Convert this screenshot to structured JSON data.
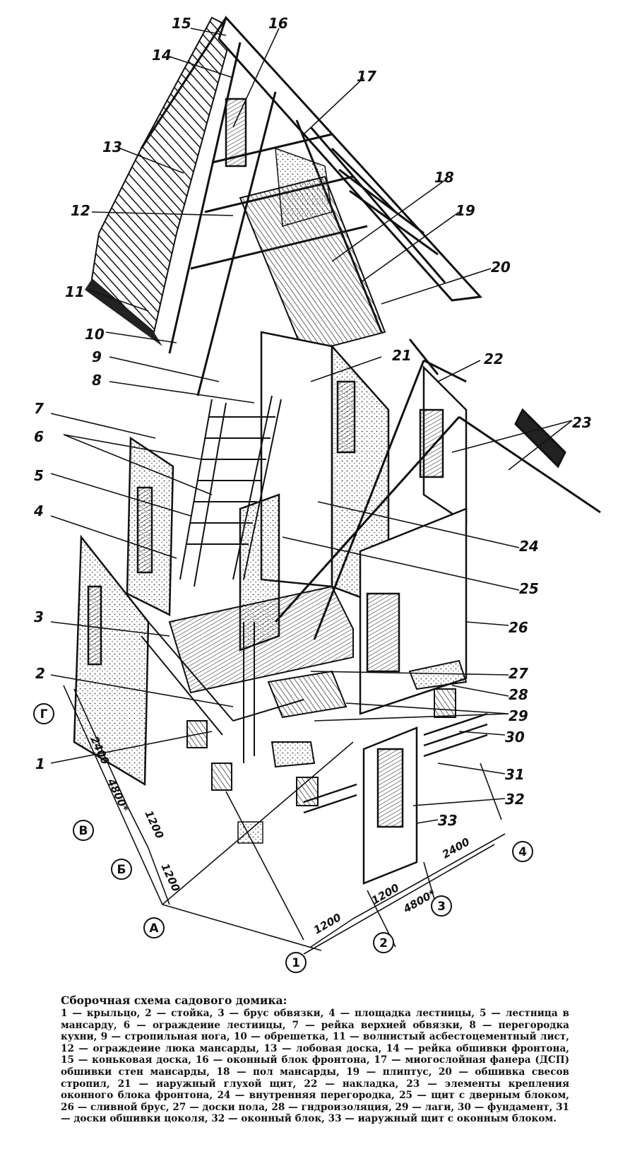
{
  "callouts": [
    {
      "n": "1"
    },
    {
      "n": "2"
    },
    {
      "n": "3"
    },
    {
      "n": "4"
    },
    {
      "n": "5"
    },
    {
      "n": "6"
    },
    {
      "n": "7"
    },
    {
      "n": "8"
    },
    {
      "n": "9"
    },
    {
      "n": "10"
    },
    {
      "n": "11"
    },
    {
      "n": "12"
    },
    {
      "n": "13"
    },
    {
      "n": "14"
    },
    {
      "n": "15"
    },
    {
      "n": "16"
    },
    {
      "n": "17"
    },
    {
      "n": "18"
    },
    {
      "n": "19"
    },
    {
      "n": "20"
    },
    {
      "n": "21"
    },
    {
      "n": "22"
    },
    {
      "n": "23"
    },
    {
      "n": "24"
    },
    {
      "n": "25"
    },
    {
      "n": "26"
    },
    {
      "n": "27"
    },
    {
      "n": "28"
    },
    {
      "n": "29"
    },
    {
      "n": "30"
    },
    {
      "n": "31"
    },
    {
      "n": "32"
    },
    {
      "n": "33"
    }
  ],
  "axes": {
    "letters": [
      "Г",
      "В",
      "Б",
      "А"
    ],
    "numbers": [
      "1",
      "2",
      "3",
      "4"
    ]
  },
  "dimensions": {
    "left_top": "2400",
    "left_total": "4800*",
    "left_mid1": "1200",
    "left_mid2": "1200",
    "bottom_a": "1200",
    "bottom_b": "1200",
    "bottom_total": "4800*",
    "bottom_c": "2400"
  },
  "caption": {
    "title": "Сборочная схема садового домика:",
    "body": "1 — крыльцо, 2 — стойка, 3 — брус обвязки, 4 — площадка лестницы, 5 — лестница в мансарду, 6 — ограждеиие лестиицы, 7 — рейка верхией обвязки, 8 — перегородка кухни, 9 — стропильная нога, 10 — обрешетка, 11 — волнистый асбестоцементный лист, 12 — ограждеиие люка мансарды, 13 — лобовая доска, 14 — рейка обшивки фронтона, 15 — коньковая доска, 16 — оконный блок фронтона, 17 — миогослойная фанера (ДСП) обшивки стен мансарды, 18 — пол мансарды, 19 — плиптус, 20 — обшивка свесов стропил, 21 — иаружный глухой щит, 22 — накладка, 23 — элементы крепления оконного блока фронтона, 24 — внутренняя перегородка, 25 — щит с дверным блоком, 26 — сливной брус, 27 — доски пола, 28 — гндроизоляция, 29 — лаги, 30 — фундамент, 31 — доски обшивки цоколя, 32 — оконный блок, 33 — иаружный щит с оконным блоком."
  }
}
